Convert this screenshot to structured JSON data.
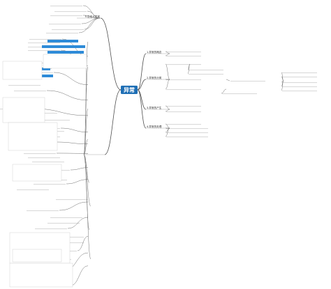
{
  "root": {
    "label": "异常"
  },
  "branches": [
    {
      "id": "concept",
      "label": "1.异常的概念"
    },
    {
      "id": "kinds",
      "label": "2.异常的分类"
    },
    {
      "id": "produce",
      "label": "3.异常的产生"
    },
    {
      "id": "handle",
      "label": "4.异常的处理"
    },
    {
      "id": "custom",
      "label": "5.自定义异常"
    }
  ],
  "texts": {
    "left": [
      "",
      "",
      "",
      "",
      "",
      "",
      "",
      "",
      "",
      "",
      "",
      "",
      "",
      "",
      "",
      "",
      "",
      "",
      "",
      "",
      "",
      "",
      "",
      "",
      "",
      "",
      "",
      "",
      "",
      "",
      "",
      "",
      "",
      "",
      "",
      "",
      "",
      "",
      "",
      "",
      "",
      "",
      "",
      "",
      "",
      "",
      "",
      "",
      "",
      "",
      ""
    ],
    "right": [
      "",
      "",
      "",
      "",
      "",
      "",
      "",
      "",
      "",
      "",
      "",
      "",
      "",
      "",
      "",
      "",
      ""
    ],
    "highlight": [
      "",
      "",
      "",
      "",
      "",
      "",
      ""
    ],
    "code": [
      "",
      "",
      "",
      "",
      "",
      "",
      "",
      "",
      "",
      "",
      "",
      "",
      "",
      "",
      "",
      "",
      "",
      "",
      "",
      "",
      "",
      "",
      "",
      "",
      "",
      "",
      ""
    ]
  }
}
